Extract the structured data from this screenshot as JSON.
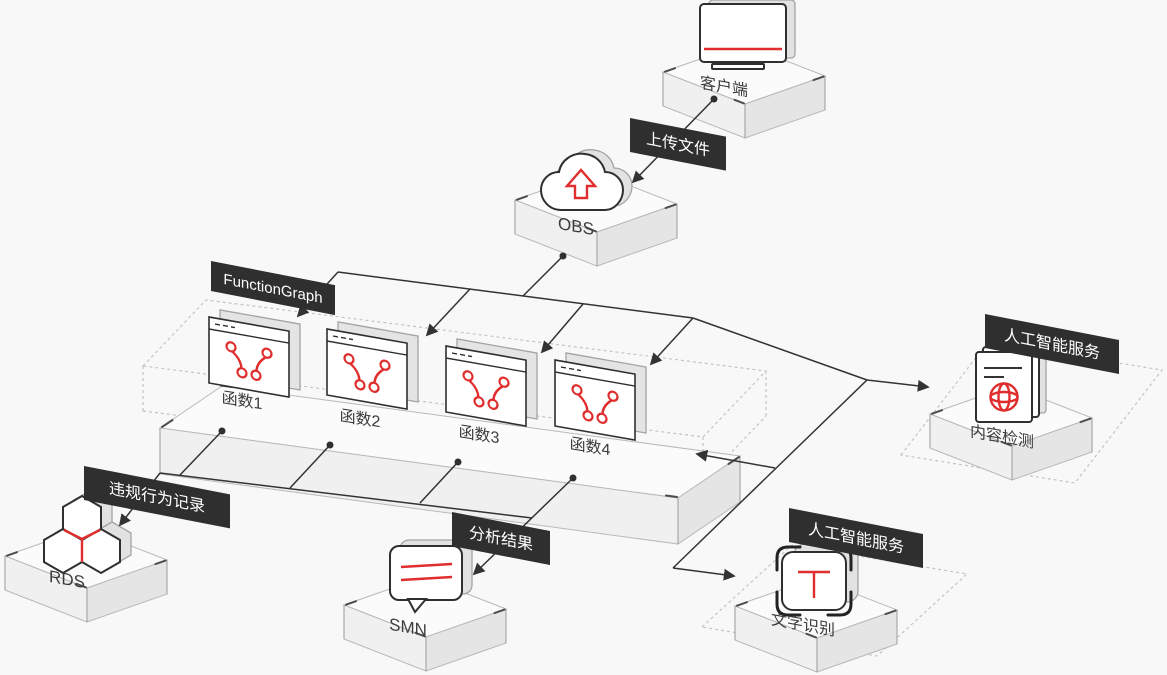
{
  "diagram": {
    "background_color": "#f8f8f8",
    "accent_red": "#e02d2d",
    "label_bg": "#2f2f2f",
    "label_fg": "#ffffff",
    "nodes": {
      "client": {
        "label": "客户端",
        "icon": "monitor-icon"
      },
      "obs": {
        "label": "OBS",
        "icon": "cloud-upload-icon"
      },
      "functiongraph": {
        "label": "FunctionGraph",
        "functions": [
          {
            "label": "函数1"
          },
          {
            "label": "函数2"
          },
          {
            "label": "函数3"
          },
          {
            "label": "函数4"
          }
        ]
      },
      "rds": {
        "label": "RDS",
        "icon": "hexagon-cluster-icon"
      },
      "smn": {
        "label": "SMN",
        "icon": "message-bubble-icon"
      },
      "content_moderation": {
        "service_label": "人工智能服务",
        "label": "内容检测",
        "icon": "document-scan-icon"
      },
      "ocr": {
        "service_label": "人工智能服务",
        "label": "文字识别",
        "icon": "text-recognition-icon"
      }
    },
    "edge_labels": {
      "upload_file": "上传文件",
      "violation_record": "违规行为记录",
      "analysis_result": "分析结果"
    }
  }
}
